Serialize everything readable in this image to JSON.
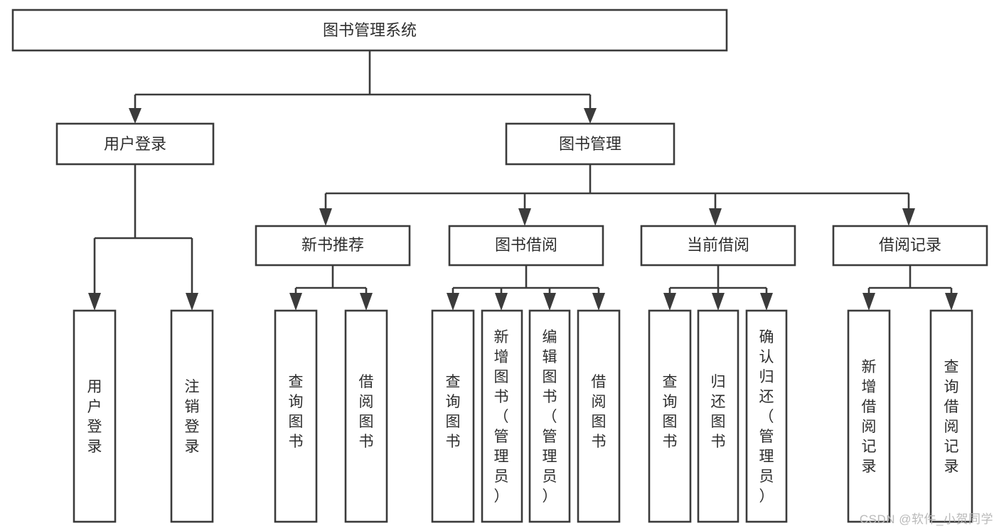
{
  "diagram": {
    "title": "图书管理系统",
    "type": "tree-hierarchy-diagram",
    "watermark": "CSDN @软件_小贺同学",
    "colors": {
      "stroke": "#3b3b3b",
      "fill": "#ffffff",
      "text": "#2e2e2e",
      "watermark": "#b9b9b9",
      "background": "#ffffff"
    },
    "nodes": {
      "root": {
        "label": "图书管理系统"
      },
      "level2": [
        {
          "id": "user-login",
          "label": "用户登录"
        },
        {
          "id": "book-manage",
          "label": "图书管理"
        }
      ],
      "level3": [
        {
          "id": "new-book-recommend",
          "label": "新书推荐"
        },
        {
          "id": "book-borrow",
          "label": "图书借阅"
        },
        {
          "id": "current-borrow",
          "label": "当前借阅"
        },
        {
          "id": "borrow-record",
          "label": "借阅记录"
        }
      ],
      "leaves": {
        "user-login": [
          {
            "id": "leaf-user-login",
            "label": "用户登录"
          },
          {
            "id": "leaf-logout-login",
            "label": "注销登录"
          }
        ],
        "new-book-recommend": [
          {
            "id": "leaf-query-book-1",
            "label": "查询图书"
          },
          {
            "id": "leaf-borrow-book-1",
            "label": "借阅图书"
          }
        ],
        "book-borrow": [
          {
            "id": "leaf-query-book-2",
            "label": "查询图书"
          },
          {
            "id": "leaf-add-book",
            "label": "新增图书（管理员）"
          },
          {
            "id": "leaf-edit-book",
            "label": "编辑图书（管理员）"
          },
          {
            "id": "leaf-borrow-book-2",
            "label": "借阅图书"
          }
        ],
        "current-borrow": [
          {
            "id": "leaf-query-book-3",
            "label": "查询图书"
          },
          {
            "id": "leaf-return-book",
            "label": "归还图书"
          },
          {
            "id": "leaf-confirm-return",
            "label": "确认归还（管理员）"
          }
        ],
        "borrow-record": [
          {
            "id": "leaf-add-record",
            "label": "新增借阅记录"
          },
          {
            "id": "leaf-query-record",
            "label": "查询借阅记录"
          }
        ]
      }
    }
  }
}
